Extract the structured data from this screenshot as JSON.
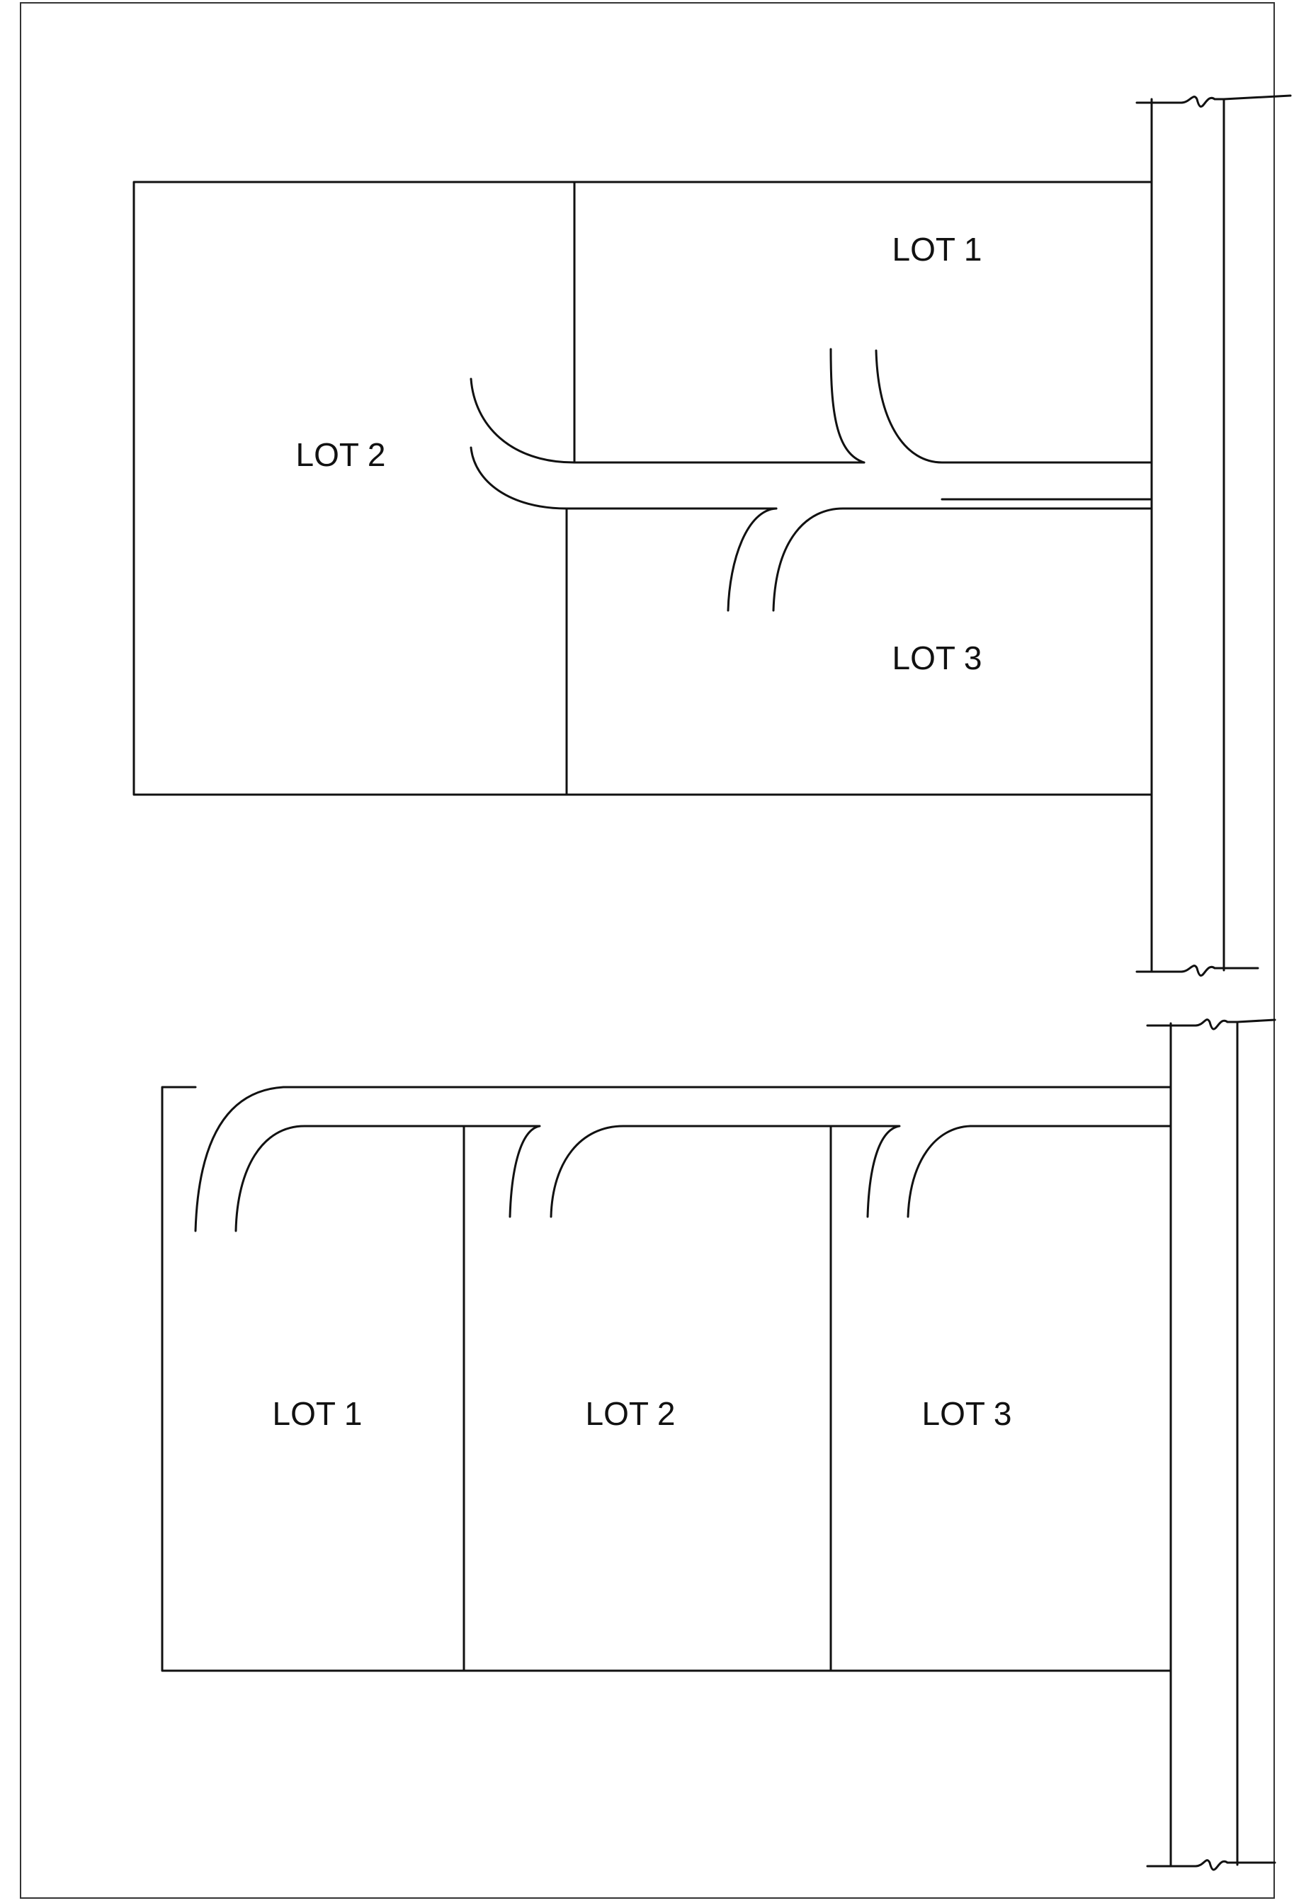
{
  "diagrams": [
    {
      "lots": [
        {
          "label": "LOT 1"
        },
        {
          "label": "LOT 2"
        },
        {
          "label": "LOT 3"
        }
      ]
    },
    {
      "lots": [
        {
          "label": "LOT 1"
        },
        {
          "label": "LOT 2"
        },
        {
          "label": "LOT 3"
        }
      ]
    }
  ]
}
